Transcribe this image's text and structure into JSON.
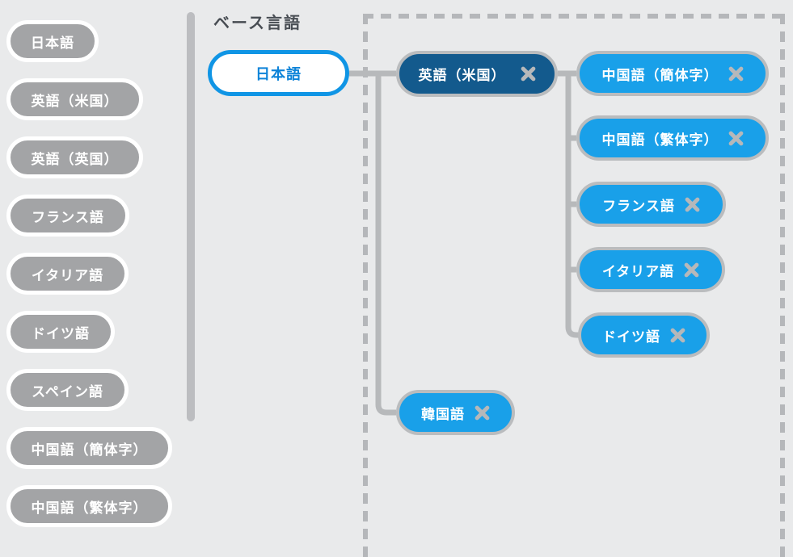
{
  "sidebar": {
    "items": [
      "日本語",
      "英語（米国）",
      "英語（英国）",
      "フランス語",
      "イタリア語",
      "ドイツ語",
      "スペイン語",
      "中国語（簡体字）",
      "中国語（繁体字）"
    ]
  },
  "main": {
    "base_label": "ベース言語",
    "base_language": "日本語",
    "tree": {
      "selected": "英語（米国）",
      "selected_children": [
        "中国語（簡体字）",
        "中国語（繁体字）",
        "フランス語",
        "イタリア語",
        "ドイツ語"
      ],
      "base_children_other": [
        "韓国語"
      ]
    }
  },
  "icons": {
    "remove": "x-cross"
  },
  "colors": {
    "background": "#e9eaeb",
    "sidebar_pill_gray": "#a3a4a6",
    "pill_blue": "#19a0e9",
    "pill_dark_blue": "#135a8d",
    "pill_border_gray": "#babcbe",
    "base_pill_border_blue": "#1095e5",
    "base_pill_text_blue": "#0d83d8",
    "connector_gray": "#b7b9bb",
    "dashed_border_gray": "#b5b7ba",
    "title_text": "#484d53",
    "white": "#ffffff"
  }
}
